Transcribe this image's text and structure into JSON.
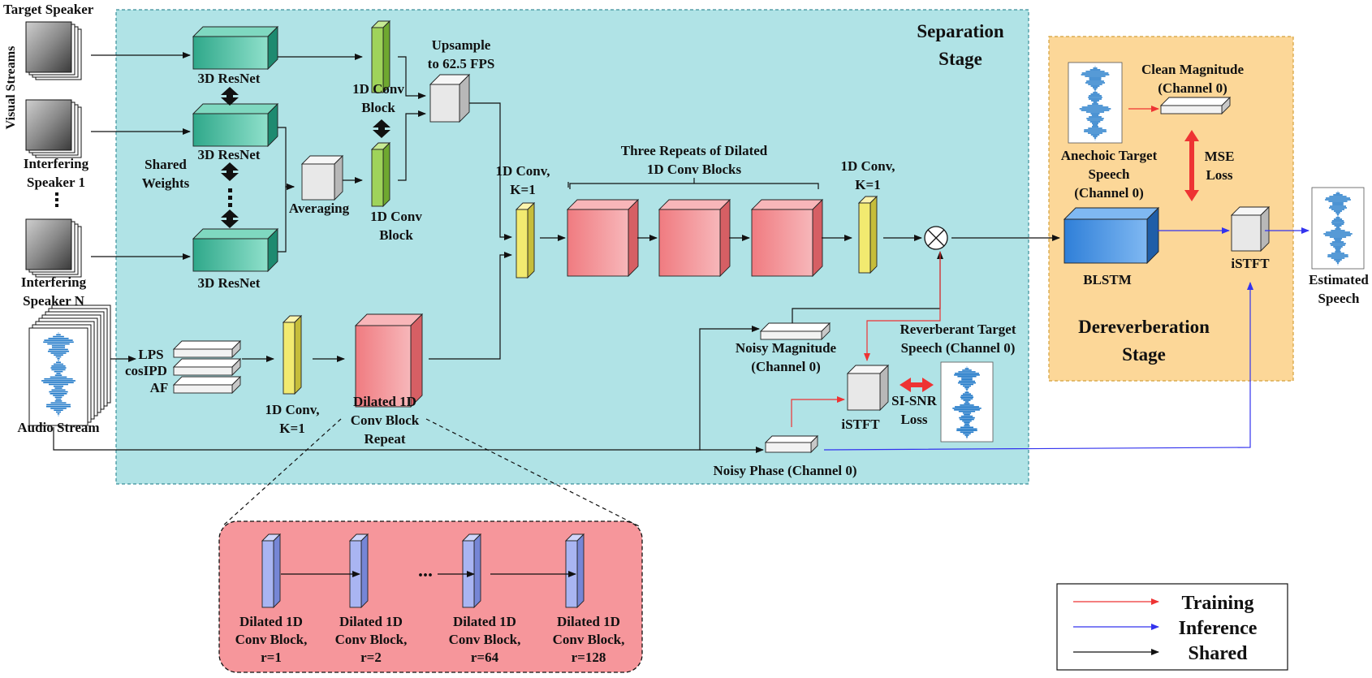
{
  "labels": {
    "target_speaker": "Target Speaker",
    "visual_streams": "Visual Streams",
    "interfering_speaker_1": [
      "Interfering",
      "Speaker 1"
    ],
    "interfering_speaker_n": [
      "Interfering",
      "Speaker N"
    ],
    "audio_stream": "Audio Stream",
    "resnet": "3D ResNet",
    "shared_weights": [
      "Shared",
      "Weights"
    ],
    "averaging": "Averaging",
    "conv_block_top": [
      "1D Conv",
      "Block"
    ],
    "conv_block_bottom": [
      "1D Conv",
      "Block"
    ],
    "upsample": [
      "Upsample",
      "to 62.5 FPS"
    ],
    "conv_k1": [
      "1D Conv,",
      "K=1"
    ],
    "three_repeats": [
      "Three Repeats of Dilated",
      "1D Conv Blocks"
    ],
    "lps": "LPS",
    "cosipd": "cosIPD",
    "af": "AF",
    "dilated_repeat": [
      "Dilated 1D",
      "Conv Block",
      "Repeat"
    ],
    "noisy_magnitude": [
      "Noisy Magnitude",
      "(Channel 0)"
    ],
    "reverberant_target": [
      "Reverberant Target",
      "Speech (Channel 0)"
    ],
    "istft": "iSTFT",
    "si_snr_loss": [
      "SI-SNR",
      "Loss"
    ],
    "noisy_phase": "Noisy Phase (Channel 0)",
    "separation_stage": [
      "Separation",
      "Stage"
    ],
    "clean_magnitude": [
      "Clean Magnitude",
      "(Channel 0)"
    ],
    "anechoic_target": [
      "Anechoic Target",
      "Speech",
      "(Channel 0)"
    ],
    "mse_loss": [
      "MSE",
      "Loss"
    ],
    "blstm": "BLSTM",
    "dereverb_stage": [
      "Dereverberation",
      "Stage"
    ],
    "estimated_speech": [
      "Estimated",
      "Speech"
    ],
    "ellipsis": "...",
    "dilated_blocks": [
      [
        "Dilated 1D",
        "Conv Block,",
        "r=1"
      ],
      [
        "Dilated 1D",
        "Conv Block,",
        "r=2"
      ],
      [
        "Dilated 1D",
        "Conv Block,",
        "r=64"
      ],
      [
        "Dilated 1D",
        "Conv Block,",
        "r=128"
      ]
    ]
  },
  "legend": [
    {
      "label": "Training",
      "color": "#ee3333"
    },
    {
      "label": "Inference",
      "color": "#3333ee"
    },
    {
      "label": "Shared",
      "color": "#111111"
    }
  ],
  "colors": {
    "separation_bg": "#b0e3e6",
    "separation_border": "#3a8f9a",
    "dereverb_bg": "#fcd798",
    "dereverb_border": "#d4a13a",
    "resnet": "#3fbfa0",
    "conv_green": "#9fd35a",
    "conv_yellow": "#f2ea70",
    "dilated_red": "#f28b8f",
    "dilated_blue": "#a9b5f2",
    "blstm": "#3b8fe0",
    "training": "#ee3333",
    "inference": "#3333ee",
    "shared": "#111111"
  }
}
